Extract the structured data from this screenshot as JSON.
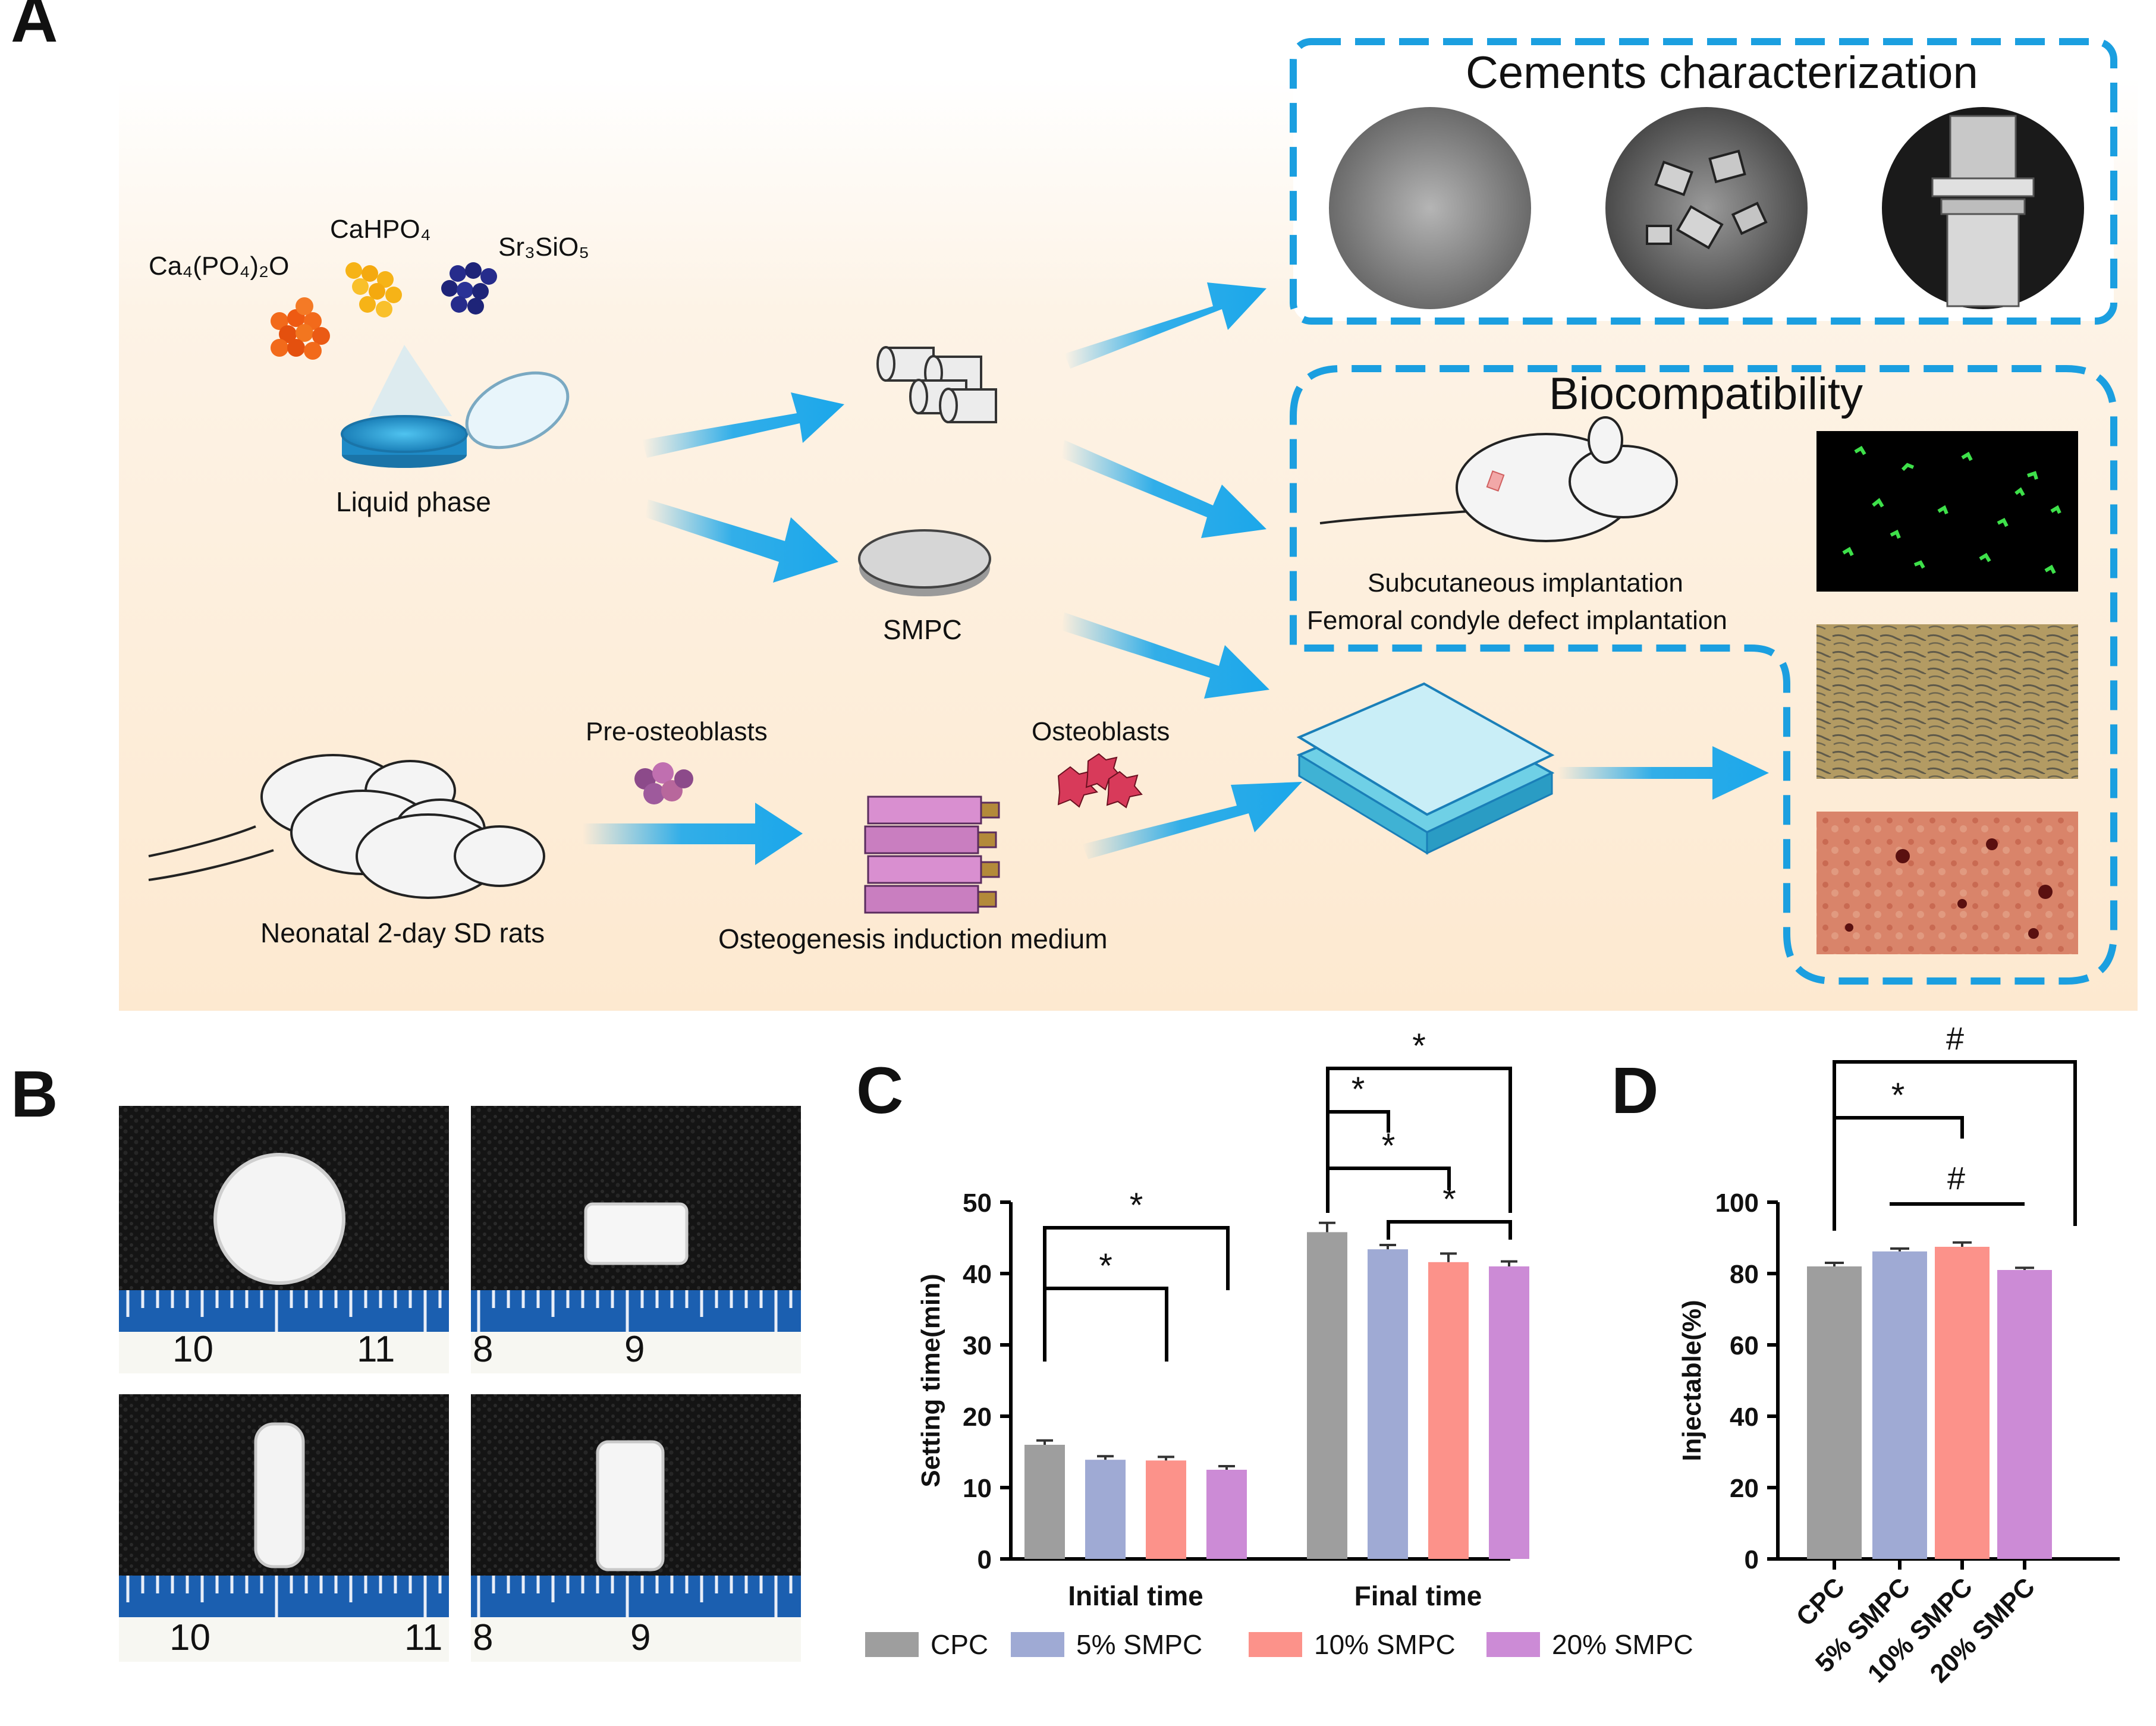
{
  "panelA": {
    "letter": "A",
    "reagents": [
      "Ca₄(PO₄)₂O",
      "CaHPO₄",
      "Sr₃SiO₅"
    ],
    "liquid_phase": "Liquid phase",
    "smpc": "SMPC",
    "pre_osteoblasts": "Pre-osteoblasts",
    "osteoblasts": "Osteoblasts",
    "rats": "Neonatal 2-day SD rats",
    "medium": "Osteogenesis induction medium",
    "cements_title": "Cements characterization",
    "bio_title": "Biocompatibility",
    "implant1": "Subcutaneous implantation",
    "implant2": "Femoral condyle defect implantation"
  },
  "panelB": {
    "letter": "B",
    "ruler_left": [
      "10",
      "11"
    ],
    "ruler_right": [
      "8",
      "9"
    ]
  },
  "colors": {
    "CPC": "#9e9e9e",
    "5% SMPC": "#9faad4",
    "10% SMPC": "#fc928a",
    "20% SMPC": "#cc8bd6",
    "arrow": "#1ba7ea",
    "box": "#1b9fe0"
  },
  "chart_data": [
    {
      "panel": "C",
      "type": "bar",
      "ylabel": "Setting time(min)",
      "ylim": [
        0,
        50
      ],
      "yticks": [
        "0",
        "10",
        "20",
        "30",
        "40",
        "50"
      ],
      "categories": [
        "Initial time",
        "Final time"
      ],
      "series": [
        {
          "name": "CPC",
          "values": [
            16.0,
            45.8
          ],
          "errors": [
            0.6,
            1.3
          ]
        },
        {
          "name": "5% SMPC",
          "values": [
            13.9,
            43.4
          ],
          "errors": [
            0.5,
            0.6
          ]
        },
        {
          "name": "10% SMPC",
          "values": [
            13.8,
            41.6
          ],
          "errors": [
            0.5,
            1.2
          ]
        },
        {
          "name": "20% SMPC",
          "values": [
            12.5,
            41.0
          ],
          "errors": [
            0.5,
            0.7
          ]
        }
      ],
      "significance": [
        "*",
        "*",
        "*",
        "*",
        "*",
        "*"
      ],
      "legend": "bottom"
    },
    {
      "panel": "D",
      "type": "bar",
      "ylabel": "Injectable(%)",
      "ylim": [
        0,
        100
      ],
      "yticks": [
        "0",
        "20",
        "40",
        "60",
        "80",
        "100"
      ],
      "categories": [
        "CPC",
        "5% SMPC",
        "10% SMPC",
        "20% SMPC"
      ],
      "values": [
        82.0,
        86.2,
        87.5,
        81.0
      ],
      "errors": [
        1.0,
        0.8,
        1.2,
        0.6
      ],
      "significance": [
        "#",
        "*",
        "#"
      ]
    }
  ]
}
